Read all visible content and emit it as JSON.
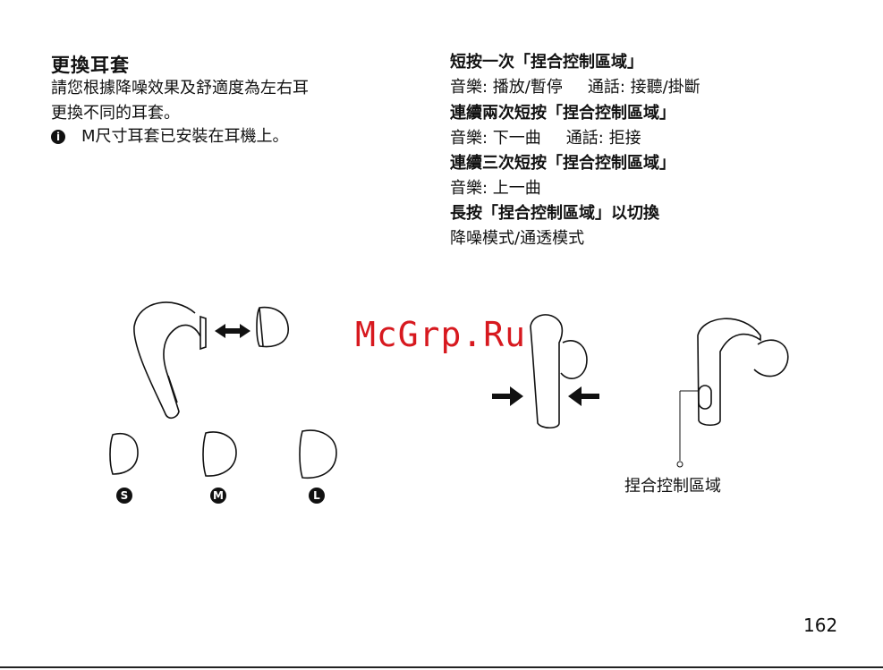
{
  "left": {
    "title": "更換耳套",
    "body_line1": "請您根據降噪效果及舒適度為左右耳",
    "body_line2": "更換不同的耳套。",
    "note": "M尺寸耳套已安裝在耳機上。",
    "note_icon": "info-icon"
  },
  "right": {
    "s1_head": "短按一次「捏合控制區域」",
    "s1_music": "音樂: 播放/暫停",
    "s1_call": "通話: 接聽/掛斷",
    "s2_head": "連續兩次短按「捏合控制區域」",
    "s2_music": "音樂: 下一曲",
    "s2_call": "通話: 拒接",
    "s3_head": "連續三次短按「捏合控制區域」",
    "s3_music": "音樂: 上一曲",
    "s4_head": "長按「捏合控制區域」以切換",
    "s4_desc": "降噪模式/通透模式"
  },
  "sizes": [
    "S",
    "M",
    "L"
  ],
  "pinch_label": "捏合控制區域",
  "watermark": "McGrp.Ru",
  "page_number": "162",
  "colors": {
    "ink": "#111111",
    "watermark": "#d7191f"
  }
}
